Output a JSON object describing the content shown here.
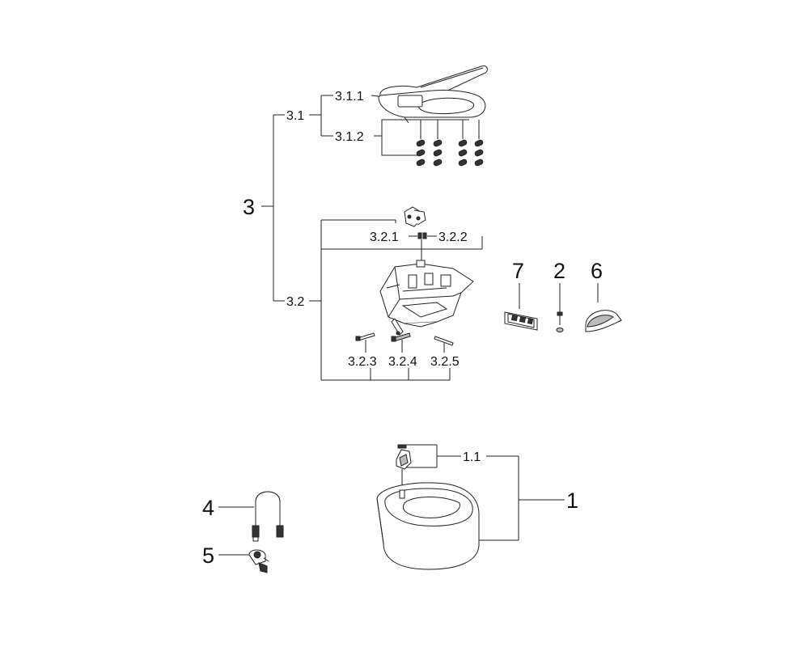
{
  "labels": {
    "l1": "1",
    "l1_1": "1.1",
    "l2": "2",
    "l3": "3",
    "l3_1": "3.1",
    "l3_1_1": "3.1.1",
    "l3_1_2": "3.1.2",
    "l3_2": "3.2",
    "l3_2_1": "3.2.1",
    "l3_2_2": "3.2.2",
    "l3_2_3": "3.2.3",
    "l3_2_4": "3.2.4",
    "l3_2_5": "3.2.5",
    "l4": "4",
    "l5": "5",
    "l6": "6",
    "l7": "7"
  },
  "colors": {
    "line": "#222222",
    "background": "#ffffff"
  }
}
